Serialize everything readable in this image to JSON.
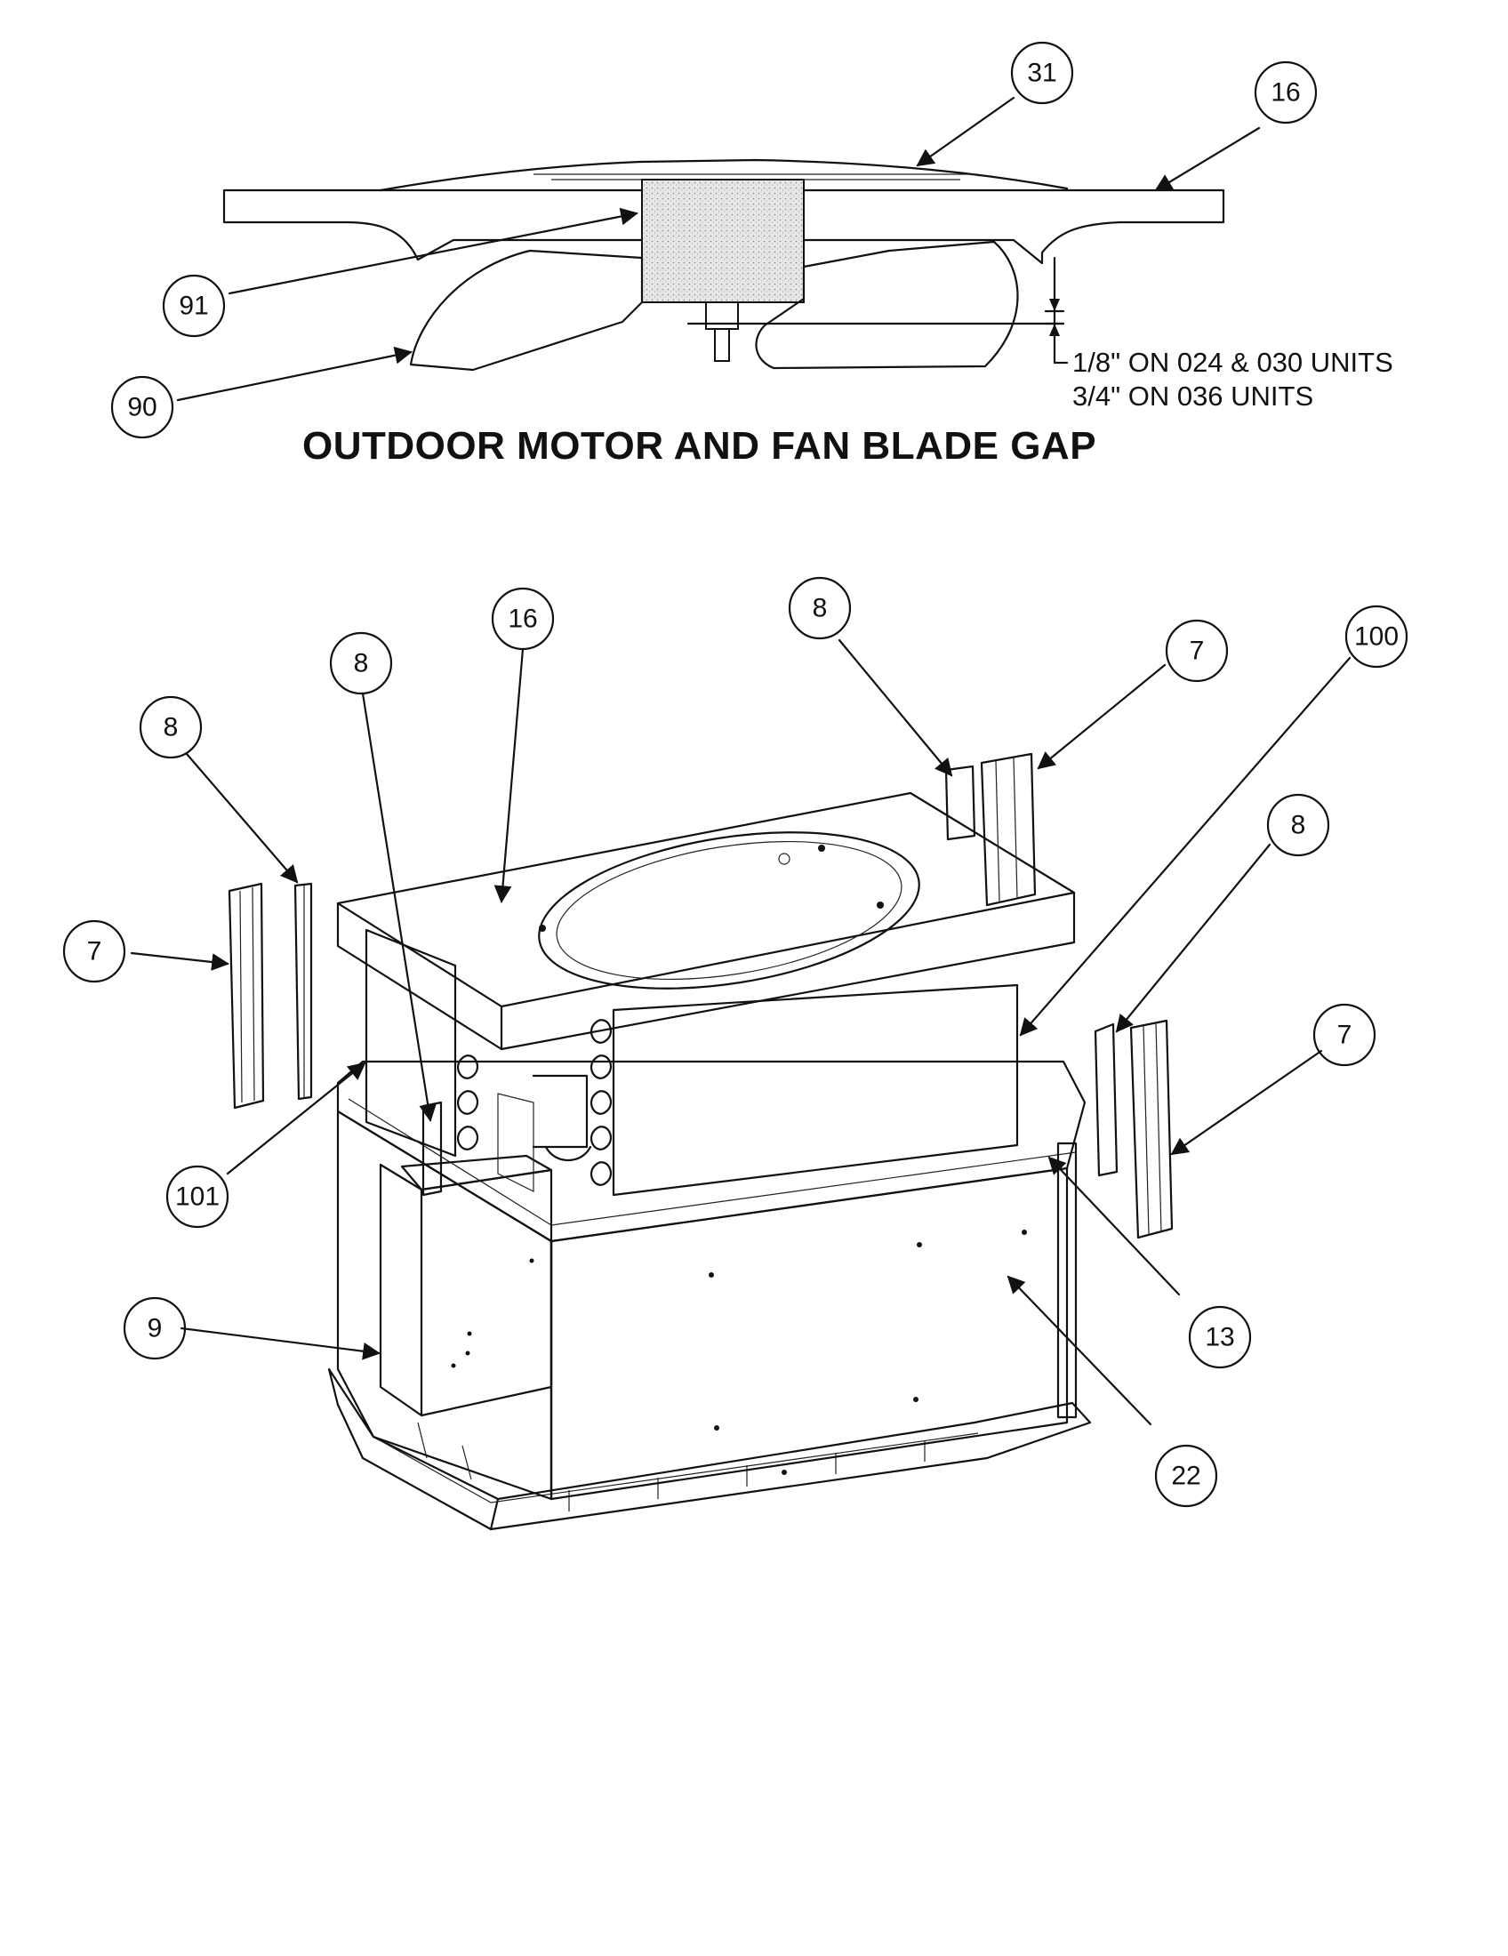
{
  "diagram_title": "OUTDOOR MOTOR AND FAN BLADE GAP",
  "gap_note": {
    "line1": "1/8\" ON 024 & 030 UNITS",
    "line2": "3/4\" ON 036 UNITS"
  },
  "callouts": {
    "top_31": "31",
    "top_16": "16",
    "top_91": "91",
    "top_90": "90",
    "main_16": "16",
    "left_8_a": "8",
    "left_8_b": "8",
    "left_7": "7",
    "left_101": "101",
    "left_9": "9",
    "right_8_top": "8",
    "right_7_top": "7",
    "right_100": "100",
    "right_8_mid": "8",
    "right_7_mid": "7",
    "right_13": "13",
    "right_22": "22"
  }
}
